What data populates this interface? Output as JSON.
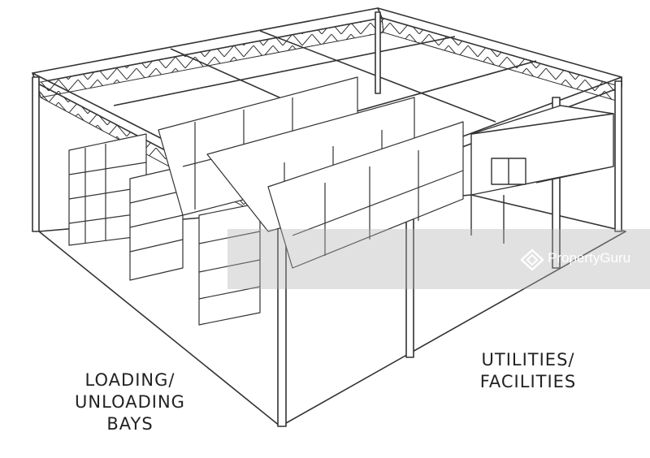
{
  "labels": {
    "loading": [
      "LOADING/",
      "UNLOADING",
      "BAYS"
    ],
    "utilities": [
      "UTILITIES/",
      "FACILITIES"
    ]
  },
  "watermark": {
    "text": "PropertyGuru",
    "icon": "propertyguru-logo-icon"
  },
  "colors": {
    "ink": "#333333",
    "watermark": "#afafaf"
  }
}
